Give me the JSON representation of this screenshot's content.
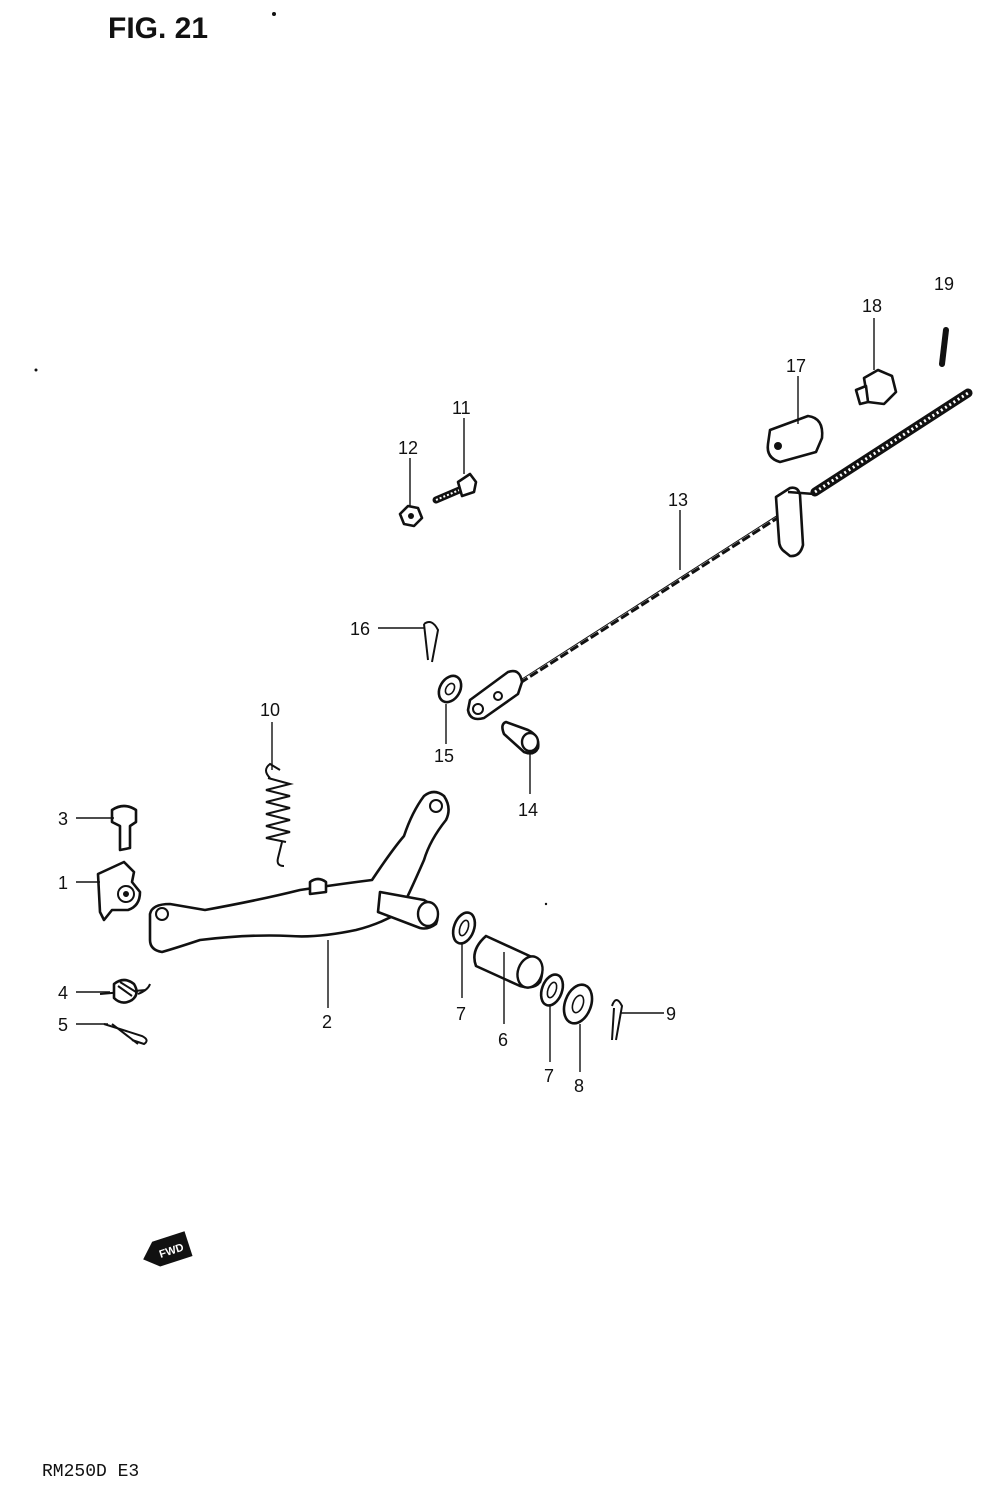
{
  "header": {
    "figure_label": "FIG. 21"
  },
  "footer": {
    "model_code": "RM250D E3"
  },
  "fwd_arrow": {
    "label": "FWD"
  },
  "callouts": [
    {
      "id": "c1",
      "text": "1"
    },
    {
      "id": "c2",
      "text": "2"
    },
    {
      "id": "c3",
      "text": "3"
    },
    {
      "id": "c4",
      "text": "4"
    },
    {
      "id": "c5",
      "text": "5"
    },
    {
      "id": "c6",
      "text": "6"
    },
    {
      "id": "c7a",
      "text": "7"
    },
    {
      "id": "c7b",
      "text": "7"
    },
    {
      "id": "c8",
      "text": "8"
    },
    {
      "id": "c9",
      "text": "9"
    },
    {
      "id": "c10",
      "text": "10"
    },
    {
      "id": "c11",
      "text": "11"
    },
    {
      "id": "c12",
      "text": "12"
    },
    {
      "id": "c13",
      "text": "13"
    },
    {
      "id": "c14",
      "text": "14"
    },
    {
      "id": "c15",
      "text": "15"
    },
    {
      "id": "c16",
      "text": "16"
    },
    {
      "id": "c17",
      "text": "17"
    },
    {
      "id": "c18",
      "text": "18"
    },
    {
      "id": "c19",
      "text": "19"
    }
  ]
}
